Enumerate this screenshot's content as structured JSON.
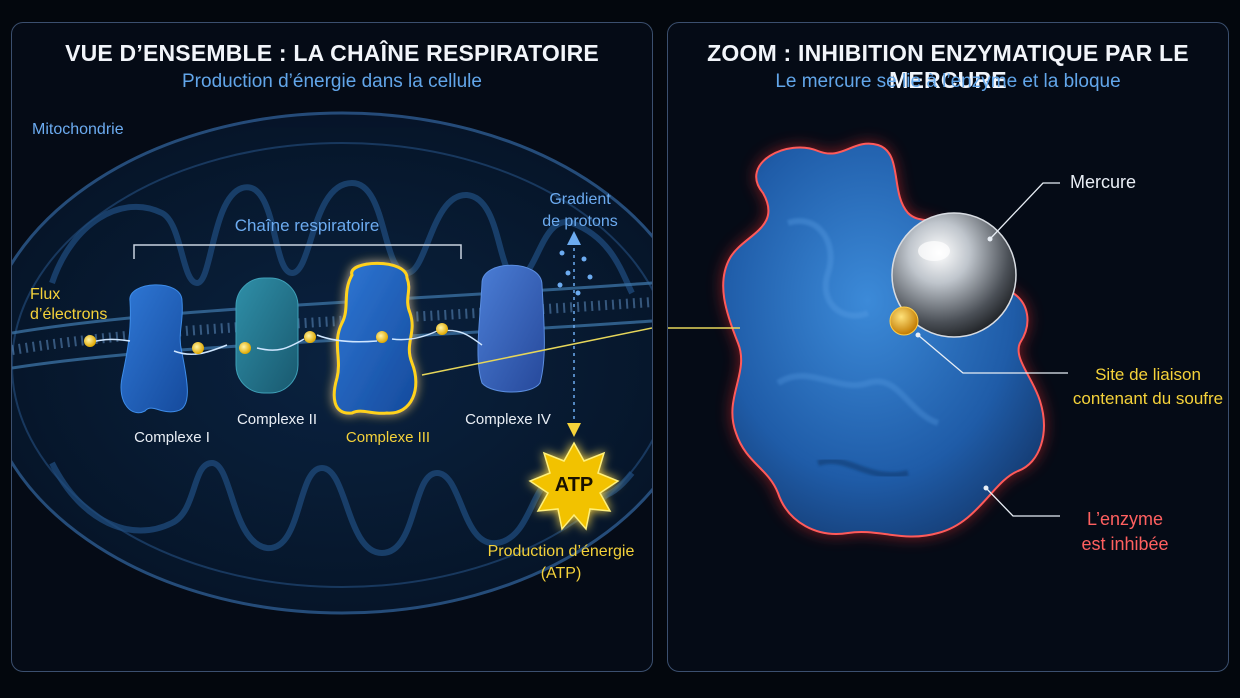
{
  "left_panel": {
    "title": "VUE D’ENSEMBLE : LA CHAÎNE RESPIRATOIRE",
    "subtitle": "Production d’énergie dans la cellule",
    "mitochondria_label": "Mitochondrie",
    "chain_label": "Chaîne respiratoire",
    "electron_flow_label": [
      "Flux",
      "d’électrons"
    ],
    "proton_gradient_label": [
      "Gradient",
      "de protons"
    ],
    "complexes": [
      "Complexe I",
      "Complexe II",
      "Complexe III",
      "Complexe IV"
    ],
    "atp_label": "ATP",
    "energy_label": [
      "Production d’énergie",
      "(ATP)"
    ]
  },
  "right_panel": {
    "title": "ZOOM : INHIBITION ENZYMATIQUE PAR LE MERCURE",
    "subtitle": "Le mercure se lie à l’enzyme et la bloque",
    "mercury_label": "Mercure",
    "binding_site_label": [
      "Site de liaison",
      "contenant du soufre"
    ],
    "enzyme_label": [
      "L’enzyme",
      "est inhibée"
    ]
  },
  "colors": {
    "title": "#f2f5fa",
    "accent_blue": "#62a6ea",
    "highlight_yellow": "#f5d23a",
    "inhibition_red": "#ff6060",
    "panel_border": "#3b4f6e"
  }
}
